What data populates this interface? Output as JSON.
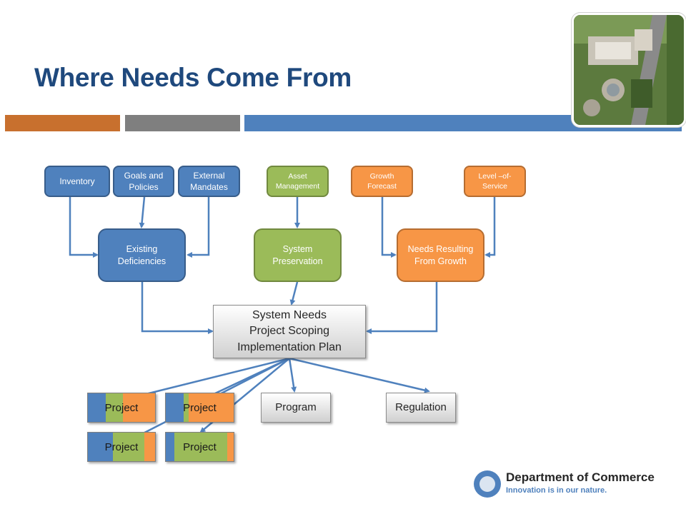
{
  "header": {
    "title": "Where Needs Come From"
  },
  "nodes": {
    "inventory": "Inventory",
    "goals": "Goals and\nPolicies",
    "mandates": "External\nMandates",
    "asset": "Asset\nManagement",
    "growth_forecast": "Growth\nForecast",
    "los": "Level –of-\nService",
    "existing": "Existing\nDeficiencies",
    "preservation": "System\nPreservation",
    "growth_needs": "Needs Resulting\nFrom Growth",
    "center": "System Needs\nProject Scoping\nImplementation Plan",
    "program": "Program",
    "regulation": "Regulation"
  },
  "projects": [
    "Project",
    "Project",
    "Project",
    "Project"
  ],
  "colors": {
    "blue": "#4f81bd",
    "green": "#9bbb59",
    "orange": "#f79646",
    "arrow": "#4f81bd",
    "title": "#1f497d"
  },
  "logo": {
    "name": "Department of Commerce",
    "tagline": "Innovation is in our nature."
  }
}
